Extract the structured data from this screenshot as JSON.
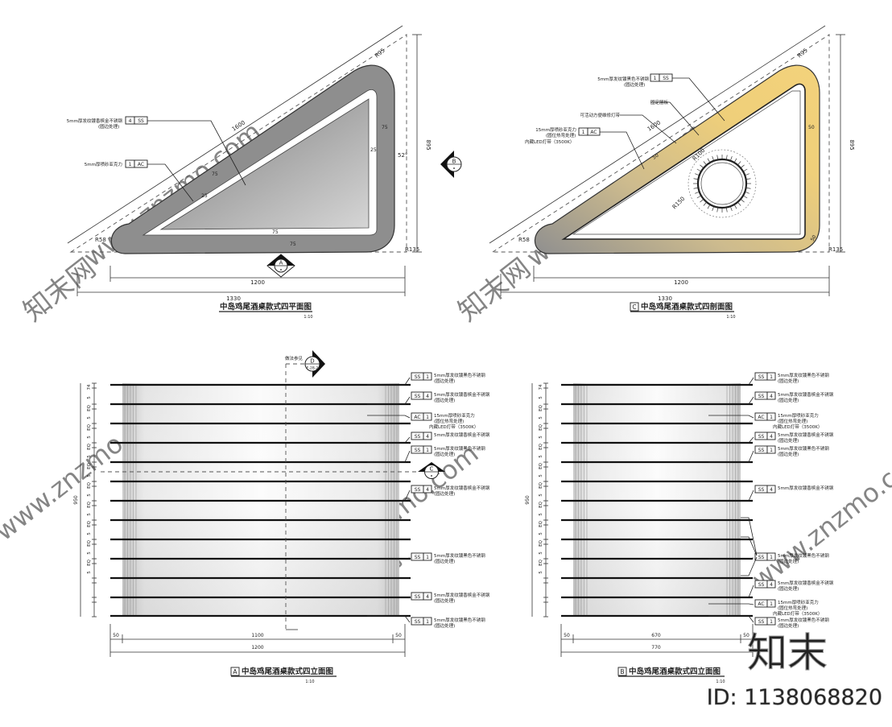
{
  "titles": {
    "plan": "中岛鸡尾酒桌款式四平面图",
    "section": "中岛鸡尾酒桌款式四剖面图",
    "elev_a": "中岛鸡尾酒桌款式四立面图",
    "elev_b": "中岛鸡尾酒桌款式四立面图",
    "scale": "1:10",
    "section_key": "C",
    "elev_a_key": "A",
    "elev_b_key": "B"
  },
  "plan": {
    "dim_total": "1330",
    "dim_inner": "1200",
    "dim_height": "895",
    "dim_hyp": "1600",
    "r_top": "R95",
    "r_left": "R58",
    "r_right": "R135",
    "angle": "52°",
    "w1": "75",
    "w2": "75",
    "w3": "25",
    "w4": "25",
    "w5": "75",
    "w6": "75",
    "callout_ss_text": "5mm厚发纹镀香槟金不锈钢",
    "callout_ss_sub": "(圆边处理)",
    "callout_ss_code": "SS",
    "callout_ss_no": "4",
    "callout_ac_text": "5mm厚喷砂亚克力",
    "callout_ac_code": "AC",
    "callout_ac_no": "1",
    "marker_a": "A",
    "marker_b": "B"
  },
  "section": {
    "dim_total": "1330",
    "dim_inner": "1200",
    "dim_height": "895",
    "dim_hyp": "1600",
    "r_top": "R95",
    "r_left": "R58",
    "r_right": "R135",
    "r100": "R100",
    "r150": "R150",
    "w1": "50",
    "w2": "50",
    "w3": "50",
    "callout1_text": "5mm厚发纹镀黑色不锈钢",
    "callout1_sub": "(圆边处理)",
    "callout1_code": "SS",
    "callout1_no": "1",
    "callout2_text": "固定层板",
    "callout3_text": "可活动方便维修灯带",
    "callout4_text": "15mm厚喷砂亚克力",
    "callout4_sub": "(圆位热弯处理)",
    "callout4_led": "内藏LED灯带（3500K）",
    "callout4_code": "AC",
    "callout4_no": "1"
  },
  "elev_a": {
    "dim_50l": "50",
    "dim_1100": "1100",
    "dim_50r": "50",
    "dim_1200": "1200",
    "dim_height": "950",
    "left_dims": [
      "74",
      "5",
      "EQ",
      "5",
      "EQ",
      "5",
      "EQ",
      "5",
      "EQ",
      "5",
      "EQ",
      "5",
      "EQ",
      "5",
      "EQ",
      "5",
      "EQ",
      "5",
      "EQ",
      "5"
    ],
    "ref_label": "做法参见",
    "marker_d": "D",
    "marker_d_ref": "F-28-2",
    "marker_c": "C",
    "callouts": [
      {
        "code": "SS",
        "no": "1",
        "text": "5mm厚发纹镀黑色不锈钢",
        "sub": "(圆边处理)"
      },
      {
        "code": "SS",
        "no": "4",
        "text": "5mm厚发纹镀香槟金不锈钢",
        "sub": "(圆边处理)"
      },
      {
        "code": "AC",
        "no": "1",
        "text": "15mm厚喷砂亚克力",
        "sub": "(圆位热弯处理)",
        "sub2": "内藏LED灯带（3500K）"
      },
      {
        "code": "SS",
        "no": "4",
        "text": "5mm厚发纹镀香槟金不锈钢",
        "sub": ""
      },
      {
        "code": "SS",
        "no": "1",
        "text": "5mm厚发纹镀黑色不锈钢",
        "sub": "(圆边处理)"
      },
      {
        "code": "SS",
        "no": "4",
        "text": "5mm厚发纹镀香槟金不锈钢",
        "sub": "(圆边处理)"
      },
      {
        "code": "SS",
        "no": "1",
        "text": "5mm厚发纹镀黑色不锈钢",
        "sub": "(圆边处理)"
      },
      {
        "code": "SS",
        "no": "4",
        "text": "5mm厚发纹镀香槟金不锈钢",
        "sub": "(圆边处理)"
      },
      {
        "code": "SS",
        "no": "1",
        "text": "5mm厚发纹镀黑色不锈钢",
        "sub": "(圆边处理)"
      }
    ]
  },
  "elev_b": {
    "dim_50l": "50",
    "dim_670": "670",
    "dim_50r": "50",
    "dim_770": "770",
    "dim_height": "950",
    "left_dims": [
      "74",
      "5",
      "EQ",
      "5",
      "EQ",
      "5",
      "EQ",
      "5",
      "EQ",
      "5",
      "EQ",
      "5",
      "EQ",
      "5",
      "EQ",
      "5",
      "EQ",
      "5",
      "EQ",
      "5"
    ],
    "callouts": [
      {
        "code": "SS",
        "no": "1",
        "text": "5mm厚发纹镀黑色不锈钢",
        "sub": "(圆边处理)"
      },
      {
        "code": "SS",
        "no": "4",
        "text": "5mm厚发纹镀香槟金不锈钢",
        "sub": "(圆边处理)"
      },
      {
        "code": "AC",
        "no": "1",
        "text": "15mm厚喷砂亚克力",
        "sub": "(圆位热弯处理)",
        "sub2": "内藏LED灯带（3500K）"
      },
      {
        "code": "SS",
        "no": "4",
        "text": "5mm厚发纹镀香槟金不锈钢",
        "sub": "(圆边处理)"
      },
      {
        "code": "SS",
        "no": "1",
        "text": "5mm厚发纹镀黑色不锈钢",
        "sub": "(圆边处理)"
      },
      {
        "code": "SS",
        "no": "4",
        "text": "5mm厚发纹镀香槟金不锈钢",
        "sub": ""
      },
      {
        "code": "SS",
        "no": "1",
        "text": "5mm厚发纹镀黑色不锈钢",
        "sub": "(圆边处理)"
      },
      {
        "code": "SS",
        "no": "4",
        "text": "5mm厚发纹镀香槟金不锈钢",
        "sub": "(圆边处理)"
      },
      {
        "code": "AC",
        "no": "1",
        "text": "15mm厚喷砂亚克力",
        "sub": "(圆位热弯处理)",
        "sub2": "内藏LED灯带（3500K）"
      },
      {
        "code": "SS",
        "no": "1",
        "text": "5mm厚发纹镀黑色不锈钢",
        "sub": "(圆边处理)"
      }
    ]
  },
  "watermark": {
    "site": "www.znzmo.com",
    "brand": "知末网",
    "logo": "知末",
    "id": "ID: 1138068820"
  },
  "colors": {
    "frame_grey": "#8a8a8a",
    "gold": "#e9c774",
    "black_steel": "#1c1c1c",
    "acrylic": "#efefef"
  }
}
